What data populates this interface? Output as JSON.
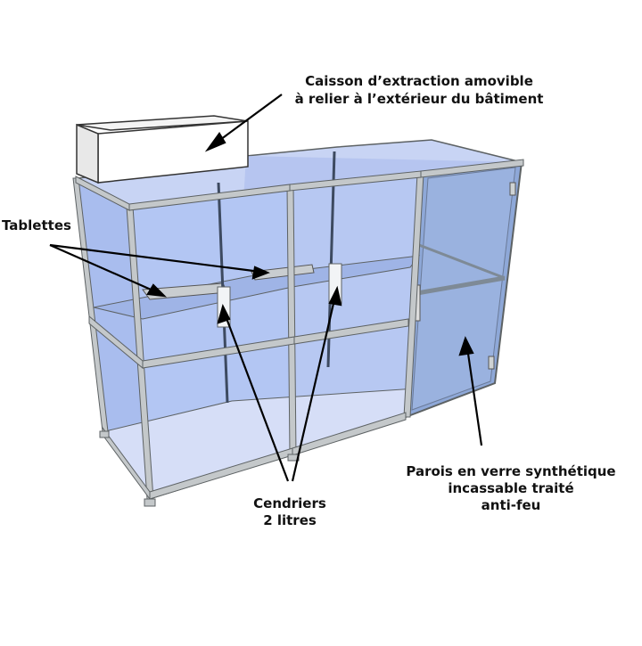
{
  "labels": {
    "caisson": [
      "Caisson d’extraction amovible",
      "à relier à l’extérieur du bâtiment"
    ],
    "tablettes": "Tablettes",
    "cendriers": [
      "Cendriers",
      "2 litres"
    ],
    "parois": [
      "Parois en verre synthétique",
      "incassable traité",
      "anti-feu"
    ]
  },
  "colors": {
    "glass": "#b9c9f2",
    "glass_dark": "#9fb4e6",
    "frame": "#bfc3c4",
    "frame_edge": "#5d6264",
    "door_glass": "#8ea8d8",
    "text": "#111111"
  }
}
